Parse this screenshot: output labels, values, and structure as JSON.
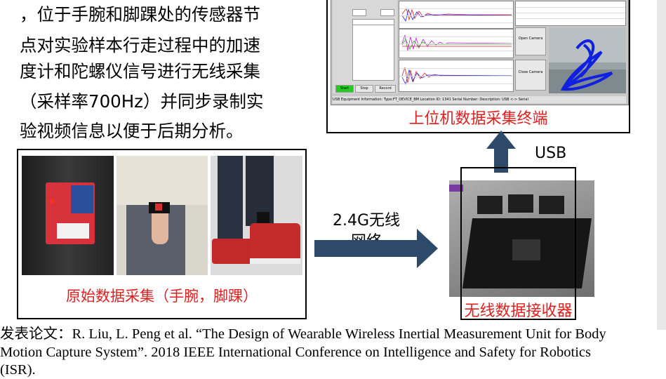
{
  "description": {
    "lines": [
      "，位于手腕和脚踝处的传感器节",
      "点对实验样本行走过程中的加速",
      "度计和陀螺仪信号进行无线采集",
      "（采样率700Hz）并同步录制实",
      "验视频信息以便于后期分析。"
    ]
  },
  "gui": {
    "caption": "上位机数据采集终端",
    "buttons": {
      "start": "Start",
      "stop": "Stop",
      "record": "Record",
      "open_camera": "Open Camera",
      "close_camera": "Close Camera"
    },
    "status_bar": "USB Equipment Information:   Type:FT_DEVICE_BM  Location ID: 1341  Serial Number:   Description: USB <-> Serial"
  },
  "usb_label": "USB",
  "photos": {
    "caption": "原始数据采集（手腕，脚踝）"
  },
  "wireless": {
    "line1": "2.4G无线",
    "line2": "网络"
  },
  "receiver": {
    "caption": "无线数据接收器"
  },
  "citation": {
    "lines": [
      "发表论文：R. Liu, L. Peng et al. “The Design of Wearable Wireless Inertial Measurement Unit for Body",
      "Motion Capture System”. 2018 IEEE International Conference on Intelligence and Safety for Robotics",
      "(ISR)."
    ]
  },
  "colors": {
    "caption_red": "#e02020",
    "arrow_blue": "#2e4a6b",
    "gui_green": "#22cc22"
  }
}
